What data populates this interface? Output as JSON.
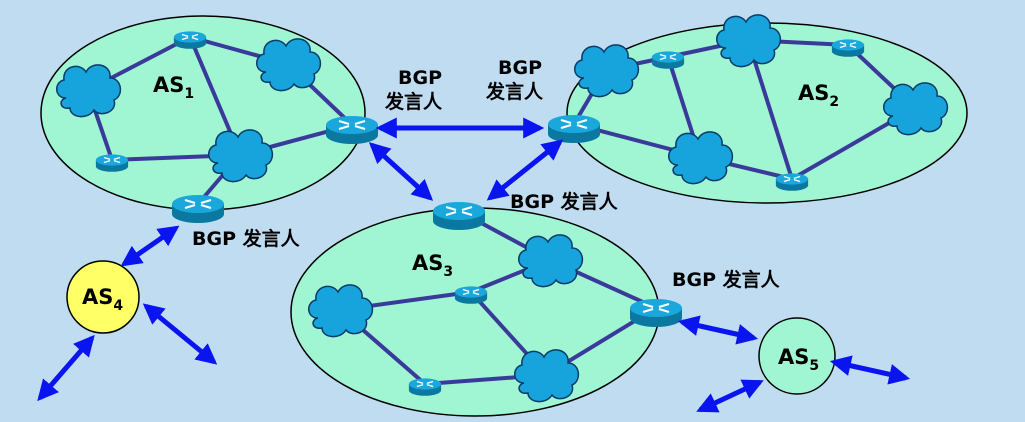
{
  "title": "BGP speakers connecting autonomous systems",
  "systems": [
    {
      "name": "AS",
      "sub": "1"
    },
    {
      "name": "AS",
      "sub": "2"
    },
    {
      "name": "AS",
      "sub": "3"
    },
    {
      "name": "AS",
      "sub": "4"
    },
    {
      "name": "AS",
      "sub": "5"
    }
  ],
  "speakers": {
    "top_left_line1": "BGP",
    "top_left_line2": "发言人",
    "top_right_line1": "BGP",
    "top_right_line2": "发言人",
    "as3_top": "BGP 发言人",
    "as1_bottom": "BGP 发言人",
    "as3_right": "BGP 发言人"
  },
  "colors": {
    "background": "#bfdcf1",
    "as_fill": "#a0f5d2",
    "as4_fill": "#ffff66",
    "link": "#3a3a9a",
    "arrow": "#0a14f0",
    "router_top": "#1aa8dc",
    "router_side": "#0a78a0"
  }
}
